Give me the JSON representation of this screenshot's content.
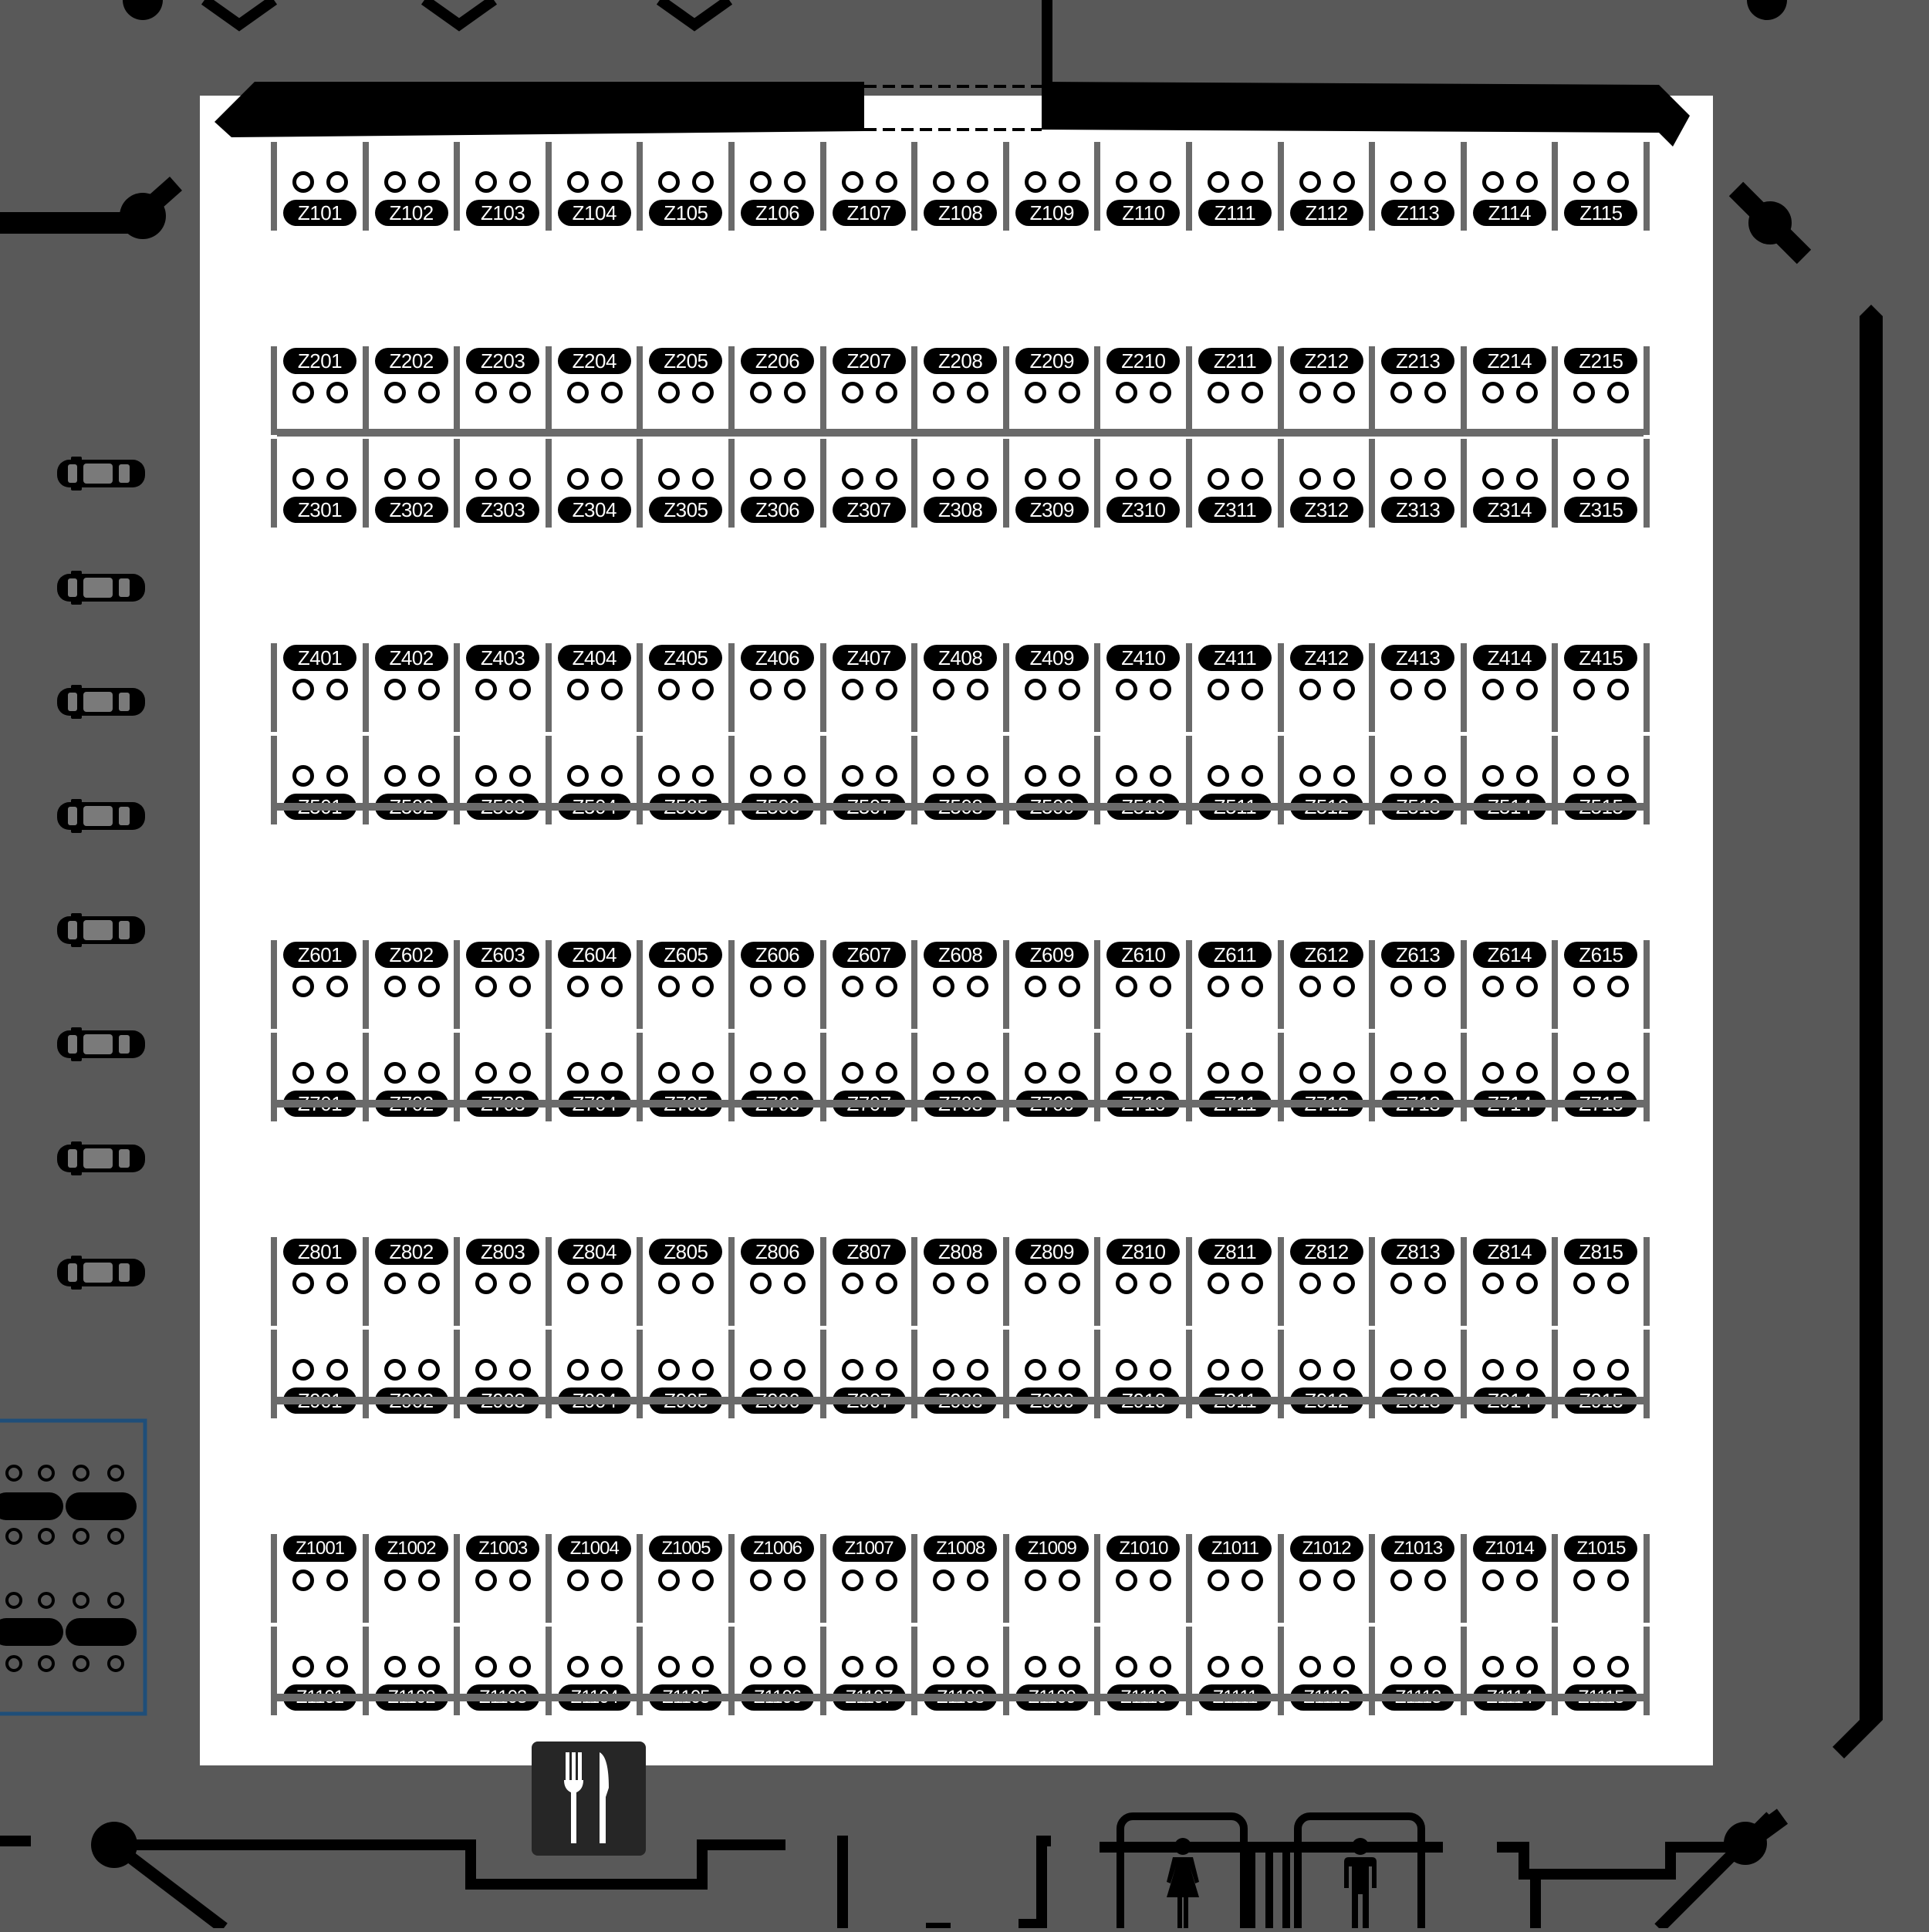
{
  "map": {
    "colors": {
      "background": "#595959",
      "hall": "#ffffff",
      "separator": "#6a6a6a",
      "label": "#000000",
      "label_text": "#ffffff",
      "annex": "#1f4e79"
    },
    "booth_rows": [
      {
        "labels": [
          "Z101",
          "Z102",
          "Z103",
          "Z104",
          "Z105",
          "Z106",
          "Z107",
          "Z108",
          "Z109",
          "Z110",
          "Z111",
          "Z112",
          "Z113",
          "Z114",
          "Z115"
        ]
      },
      {
        "labels": [
          "Z201",
          "Z202",
          "Z203",
          "Z204",
          "Z205",
          "Z206",
          "Z207",
          "Z208",
          "Z209",
          "Z210",
          "Z211",
          "Z212",
          "Z213",
          "Z214",
          "Z215"
        ]
      },
      {
        "labels": [
          "Z301",
          "Z302",
          "Z303",
          "Z304",
          "Z305",
          "Z306",
          "Z307",
          "Z308",
          "Z309",
          "Z310",
          "Z311",
          "Z312",
          "Z313",
          "Z314",
          "Z315"
        ]
      },
      {
        "labels": [
          "Z401",
          "Z402",
          "Z403",
          "Z404",
          "Z405",
          "Z406",
          "Z407",
          "Z408",
          "Z409",
          "Z410",
          "Z411",
          "Z412",
          "Z413",
          "Z414",
          "Z415"
        ]
      },
      {
        "labels": [
          "Z501",
          "Z502",
          "Z503",
          "Z504",
          "Z505",
          "Z506",
          "Z507",
          "Z508",
          "Z509",
          "Z510",
          "Z511",
          "Z512",
          "Z513",
          "Z514",
          "Z515"
        ]
      },
      {
        "labels": [
          "Z601",
          "Z602",
          "Z603",
          "Z604",
          "Z605",
          "Z606",
          "Z607",
          "Z608",
          "Z609",
          "Z610",
          "Z611",
          "Z612",
          "Z613",
          "Z614",
          "Z615"
        ]
      },
      {
        "labels": [
          "Z701",
          "Z702",
          "Z703",
          "Z704",
          "Z705",
          "Z706",
          "Z707",
          "Z708",
          "Z709",
          "Z710",
          "Z711",
          "Z712",
          "Z713",
          "Z714",
          "Z715"
        ]
      },
      {
        "labels": [
          "Z801",
          "Z802",
          "Z803",
          "Z804",
          "Z805",
          "Z806",
          "Z807",
          "Z808",
          "Z809",
          "Z810",
          "Z811",
          "Z812",
          "Z813",
          "Z814",
          "Z815"
        ]
      },
      {
        "labels": [
          "Z901",
          "Z902",
          "Z903",
          "Z904",
          "Z905",
          "Z906",
          "Z907",
          "Z908",
          "Z909",
          "Z910",
          "Z911",
          "Z912",
          "Z913",
          "Z914",
          "Z915"
        ]
      },
      {
        "labels": [
          "Z1001",
          "Z1002",
          "Z1003",
          "Z1004",
          "Z1005",
          "Z1006",
          "Z1007",
          "Z1008",
          "Z1009",
          "Z1010",
          "Z1011",
          "Z1012",
          "Z1013",
          "Z1014",
          "Z1015"
        ]
      },
      {
        "labels": [
          "Z1101",
          "Z1102",
          "Z1103",
          "Z1104",
          "Z1105",
          "Z1106",
          "Z1107",
          "Z1108",
          "Z1109",
          "Z1110",
          "Z1111",
          "Z1112",
          "Z1113",
          "Z1114",
          "Z1115"
        ]
      }
    ],
    "parking_icons": [
      "car-icon",
      "car-icon",
      "car-icon",
      "car-icon",
      "car-icon",
      "car-icon",
      "car-icon",
      "car-icon"
    ],
    "amenity_icons": [
      "restaurant-icon",
      "womens-restroom-icon",
      "mens-restroom-icon"
    ]
  }
}
